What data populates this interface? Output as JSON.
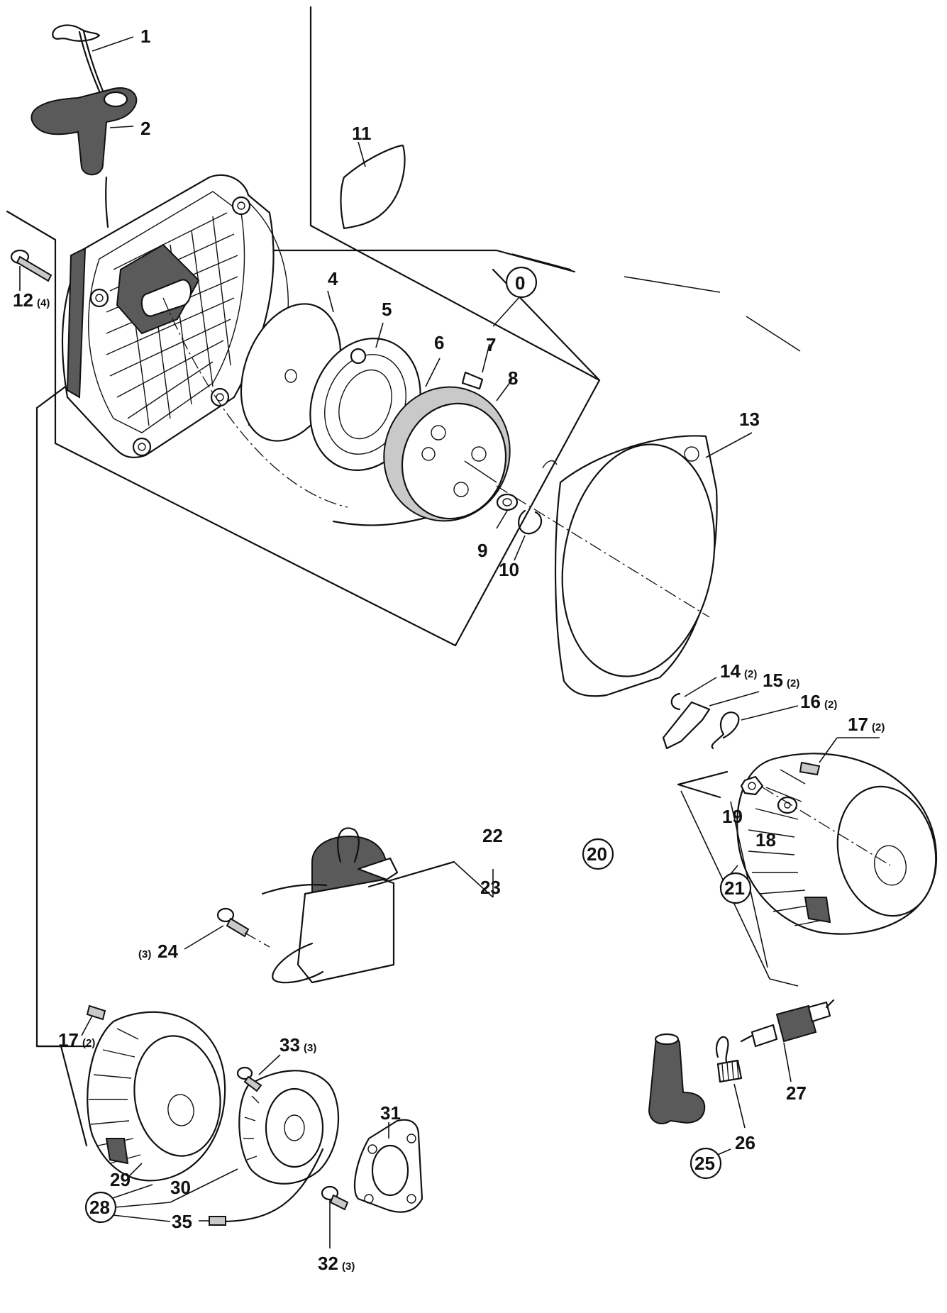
{
  "callouts": [
    {
      "id": "1",
      "label": "1",
      "qty": ""
    },
    {
      "id": "2",
      "label": "2",
      "qty": ""
    },
    {
      "id": "0",
      "label": "0",
      "qty": ""
    },
    {
      "id": "4",
      "label": "4",
      "qty": ""
    },
    {
      "id": "5",
      "label": "5",
      "qty": ""
    },
    {
      "id": "6",
      "label": "6",
      "qty": ""
    },
    {
      "id": "7",
      "label": "7",
      "qty": ""
    },
    {
      "id": "8",
      "label": "8",
      "qty": ""
    },
    {
      "id": "9",
      "label": "9",
      "qty": ""
    },
    {
      "id": "10",
      "label": "10",
      "qty": ""
    },
    {
      "id": "11",
      "label": "11",
      "qty": ""
    },
    {
      "id": "12",
      "label": "12",
      "qty": "(4)"
    },
    {
      "id": "13",
      "label": "13",
      "qty": ""
    },
    {
      "id": "14",
      "label": "14",
      "qty": "(2)"
    },
    {
      "id": "15",
      "label": "15",
      "qty": "(2)"
    },
    {
      "id": "16",
      "label": "16",
      "qty": "(2)"
    },
    {
      "id": "17a",
      "label": "17",
      "qty": "(2)"
    },
    {
      "id": "17b",
      "label": "17",
      "qty": "(2)"
    },
    {
      "id": "18",
      "label": "18",
      "qty": ""
    },
    {
      "id": "19",
      "label": "19",
      "qty": ""
    },
    {
      "id": "20",
      "label": "20",
      "qty": ""
    },
    {
      "id": "21",
      "label": "21",
      "qty": ""
    },
    {
      "id": "22",
      "label": "22",
      "qty": ""
    },
    {
      "id": "23",
      "label": "23",
      "qty": ""
    },
    {
      "id": "24",
      "label": "24",
      "qty": "(3)"
    },
    {
      "id": "25",
      "label": "25",
      "qty": ""
    },
    {
      "id": "26",
      "label": "26",
      "qty": ""
    },
    {
      "id": "27",
      "label": "27",
      "qty": ""
    },
    {
      "id": "28",
      "label": "28",
      "qty": ""
    },
    {
      "id": "29",
      "label": "29",
      "qty": ""
    },
    {
      "id": "30",
      "label": "30",
      "qty": ""
    },
    {
      "id": "31",
      "label": "31",
      "qty": ""
    },
    {
      "id": "32",
      "label": "32",
      "qty": "(3)"
    },
    {
      "id": "33",
      "label": "33",
      "qty": "(3)"
    },
    {
      "id": "35",
      "label": "35",
      "qty": ""
    }
  ],
  "colors": {
    "ink": "#111111",
    "paper": "#ffffff"
  }
}
